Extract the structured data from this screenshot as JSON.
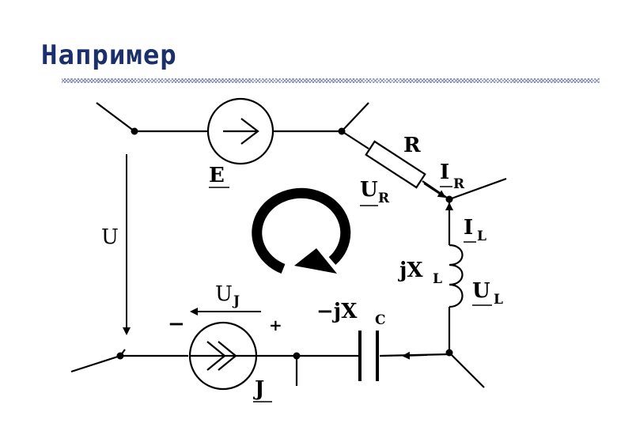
{
  "title": "Например",
  "labels": {
    "E": "E",
    "R": "R",
    "U_R_main": "U",
    "U_R_sub": "R",
    "I_R_main": "I",
    "I_R_sub": "R",
    "I_L_main": "I",
    "I_L_sub": "L",
    "jX_L_main": "jX",
    "jX_L_sub": "L",
    "U_L_main": "U",
    "U_L_sub": "L",
    "U": "U",
    "U_J_main": "U",
    "U_J_sub": "J",
    "minus": "−",
    "plus": "+",
    "jX_C_main": "−jX",
    "jX_C_sub": "C",
    "J": "J"
  }
}
